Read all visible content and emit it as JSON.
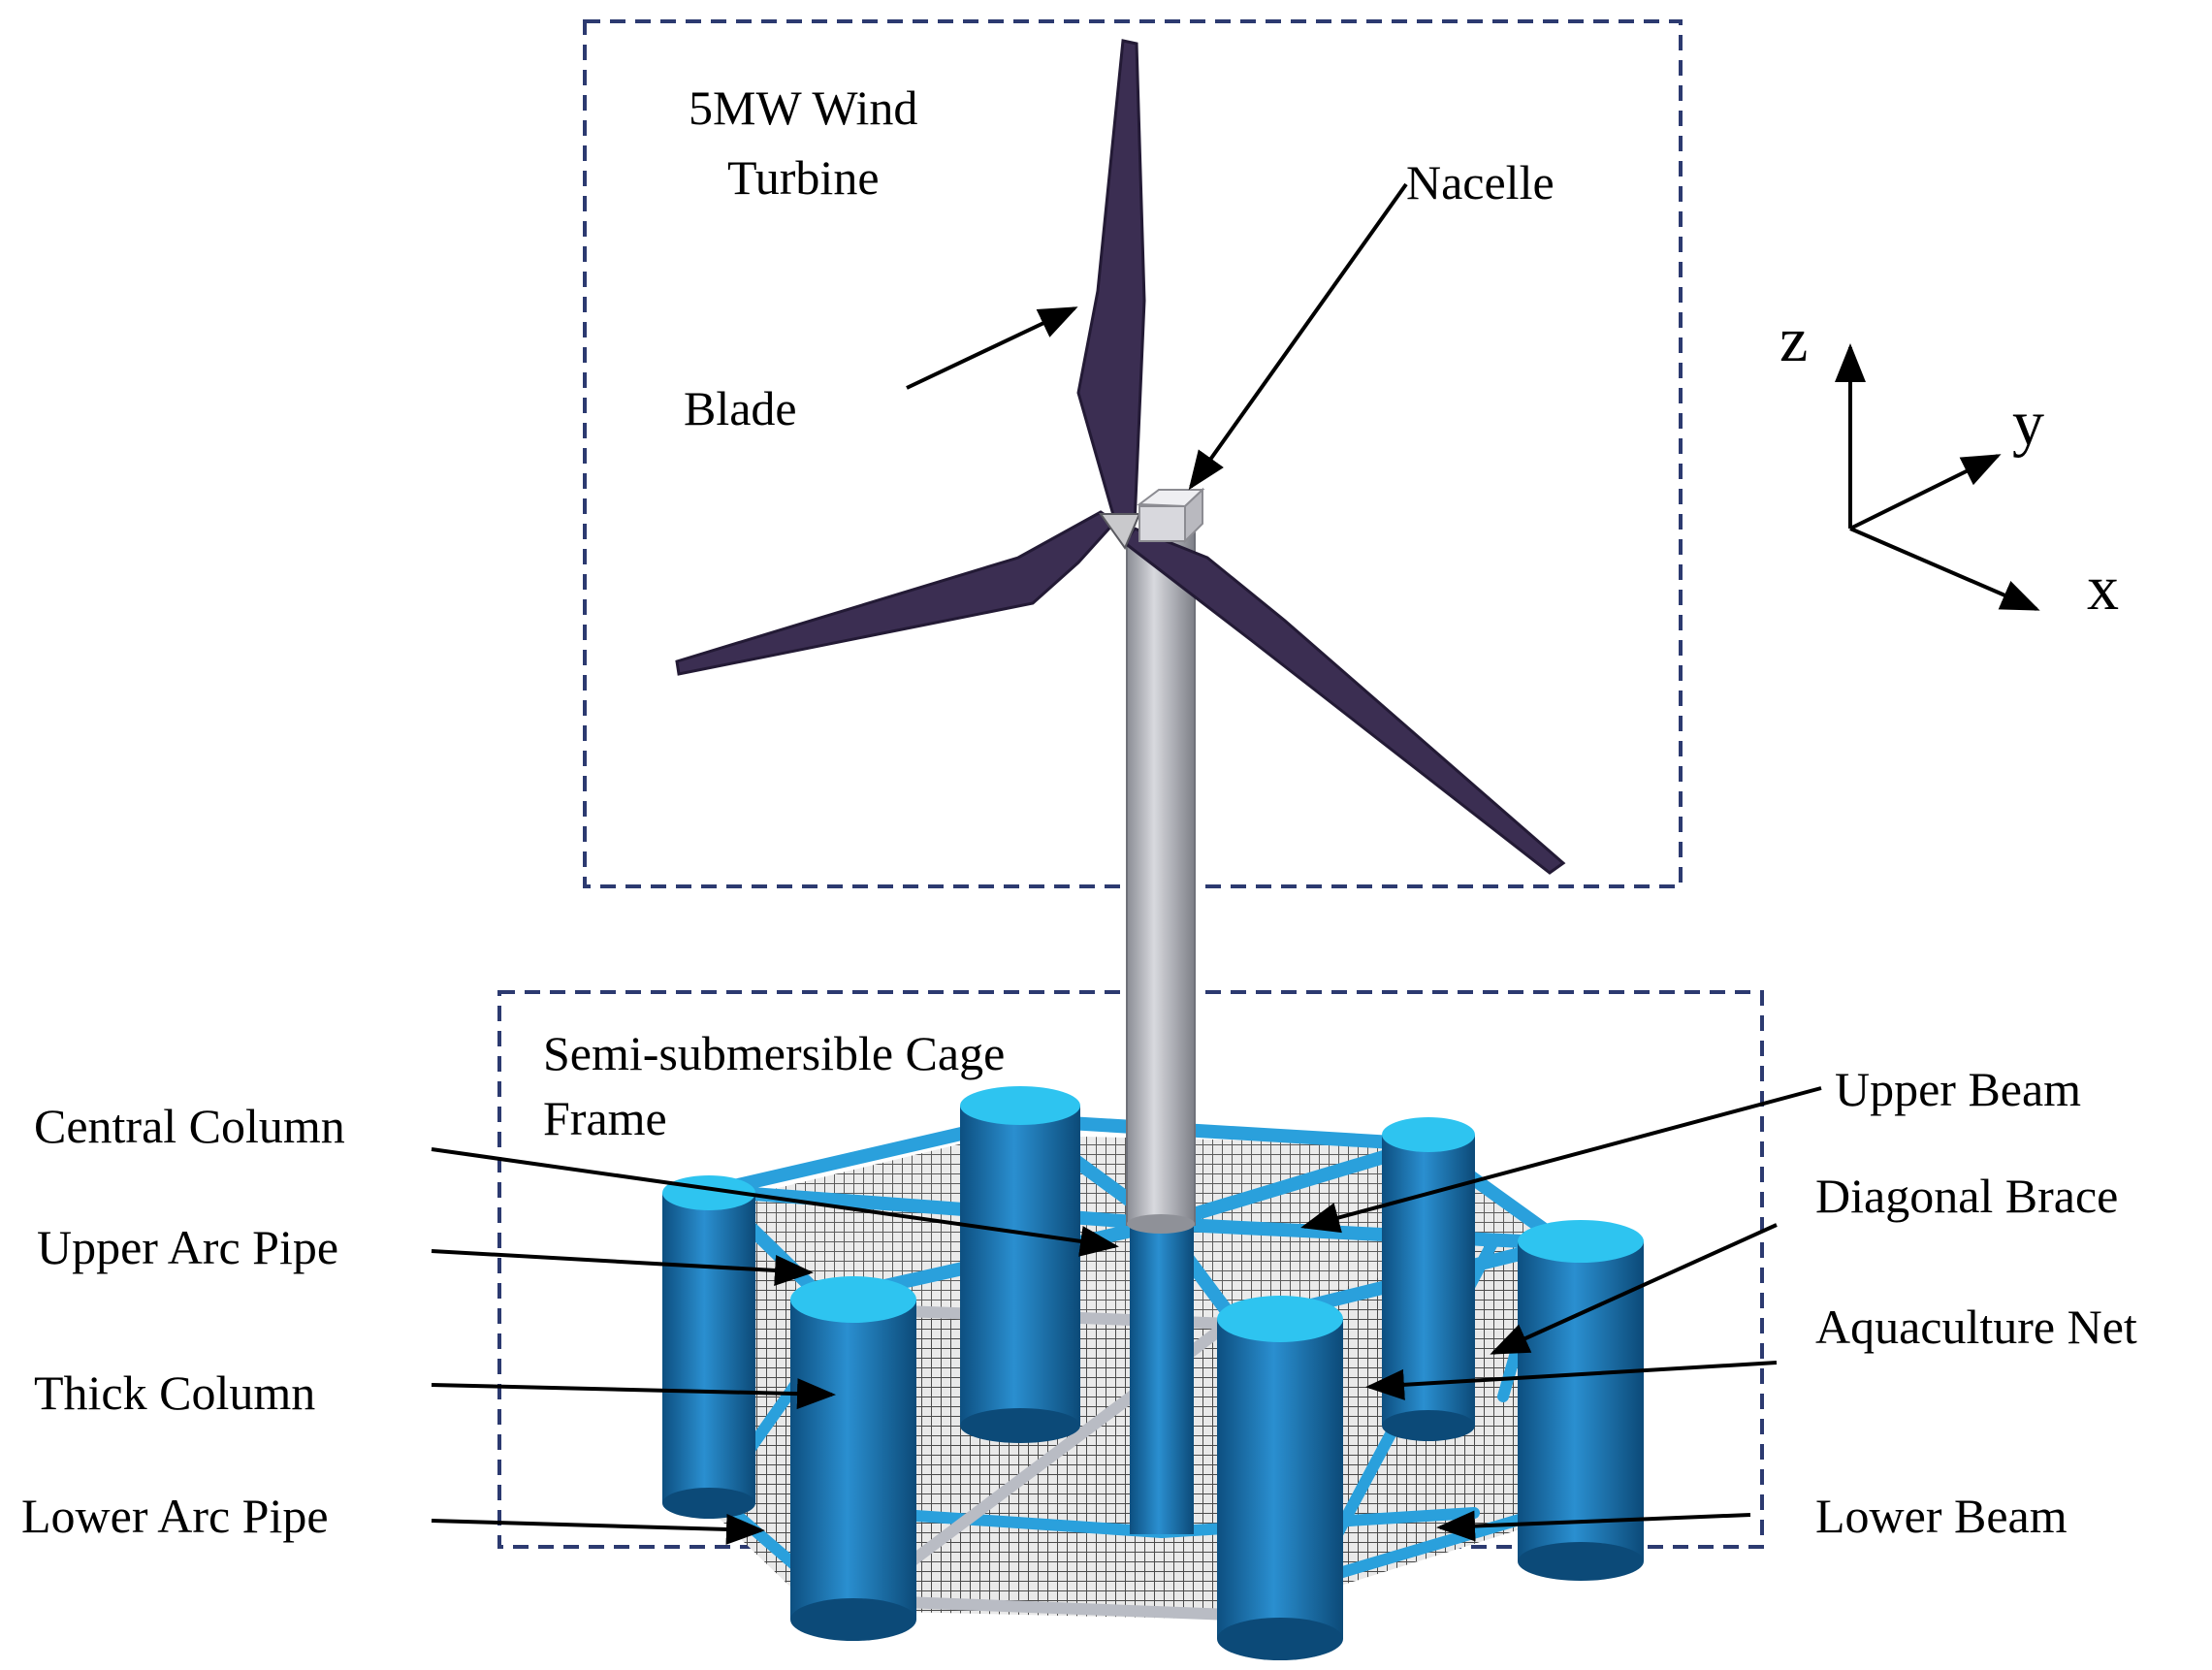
{
  "turbine_box": {
    "title_line1": "5MW Wind",
    "title_line2": "Turbine"
  },
  "cage_box": {
    "title_line1": "Semi-submersible Cage",
    "title_line2": "Frame"
  },
  "labels": {
    "blade": "Blade",
    "nacelle": "Nacelle",
    "central_column": "Central Column",
    "upper_arc_pipe": "Upper Arc Pipe",
    "thick_column": "Thick Column",
    "lower_arc_pipe": "Lower Arc Pipe",
    "upper_beam": "Upper Beam",
    "diagonal_brace": "Diagonal Brace",
    "aquaculture_net": "Aquaculture Net",
    "lower_beam": "Lower Beam"
  },
  "axes": {
    "z": "z",
    "y": "y",
    "x": "x"
  },
  "colors": {
    "blade": "#3b2e52",
    "column": "#1e78b4",
    "column_top": "#2ec4f0",
    "tower": "#a8aab2",
    "net": "#555555",
    "box_border": "#2c3a70"
  }
}
